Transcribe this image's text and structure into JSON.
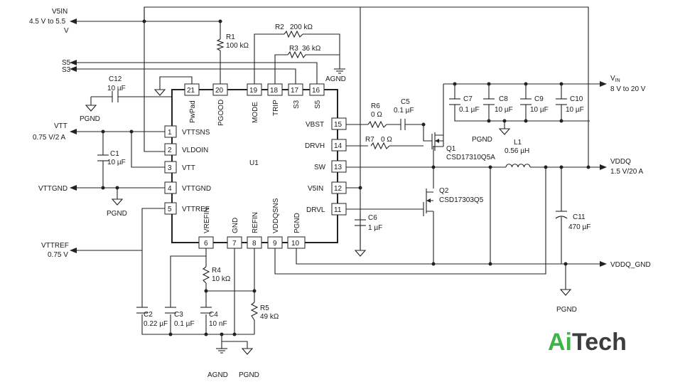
{
  "ic": {
    "ref": "U1",
    "pins_left": [
      {
        "num": "1",
        "name": "VTTSNS"
      },
      {
        "num": "2",
        "name": "VLDOIN"
      },
      {
        "num": "3",
        "name": "VTT"
      },
      {
        "num": "4",
        "name": "VTTGND"
      },
      {
        "num": "5",
        "name": "VTTREF"
      }
    ],
    "pins_right": [
      {
        "num": "15",
        "name": "VBST"
      },
      {
        "num": "14",
        "name": "DRVH"
      },
      {
        "num": "13",
        "name": "SW"
      },
      {
        "num": "12",
        "name": "V5IN"
      },
      {
        "num": "11",
        "name": "DRVL"
      }
    ],
    "pins_top": [
      {
        "num": "21",
        "name": "PwPad"
      },
      {
        "num": "20",
        "name": "PGOOD"
      },
      {
        "num": "19",
        "name": "MODE"
      },
      {
        "num": "18",
        "name": "TRIP"
      },
      {
        "num": "17",
        "name": "S3"
      },
      {
        "num": "16",
        "name": "S5"
      }
    ],
    "pins_bottom": [
      {
        "num": "6",
        "name": "VREFIN"
      },
      {
        "num": "7",
        "name": "GND"
      },
      {
        "num": "8",
        "name": "REFIN"
      },
      {
        "num": "9",
        "name": "VDDQSNS"
      },
      {
        "num": "10",
        "name": "PGND"
      }
    ]
  },
  "nets": {
    "v5in": "V5IN",
    "v5in_range_1": "4.5 V to 5.5",
    "v5in_range_2": "V",
    "s5": "S5",
    "s3": "S3",
    "vtt": "VTT",
    "vtt_spec": "0.75 V/2 A",
    "vttgnd": "VTTGND",
    "vttref": "VTTREF",
    "vttref_spec": "0.75 V",
    "vin": "V",
    "vin_sub": "IN",
    "vin_range": "8 V to 20 V",
    "vddq": "VDDQ",
    "vddq_spec": "1.5 V/20 A",
    "vddq_gnd": "VDDQ_GND",
    "pgnd": "PGND",
    "agnd": "AGND"
  },
  "components": {
    "r1": {
      "ref": "R1",
      "value": "100 kΩ"
    },
    "r2": {
      "ref": "R2",
      "value": "200 kΩ"
    },
    "r3": {
      "ref": "R3",
      "value": "36 kΩ"
    },
    "r4": {
      "ref": "R4",
      "value": "10 kΩ"
    },
    "r5": {
      "ref": "R5",
      "value": "49 kΩ"
    },
    "r6": {
      "ref": "R6",
      "value": "0 Ω"
    },
    "r7": {
      "ref": "R7",
      "value": "0 Ω"
    },
    "c1": {
      "ref": "C1",
      "value": "10 µF"
    },
    "c2": {
      "ref": "C2",
      "value": "0.22 µF"
    },
    "c3": {
      "ref": "C3",
      "value": "0.1 µF"
    },
    "c4": {
      "ref": "C4",
      "value": "10 nF"
    },
    "c5": {
      "ref": "C5",
      "value": "0.1 µF"
    },
    "c6": {
      "ref": "C6",
      "value": "1 µF"
    },
    "c7": {
      "ref": "C7",
      "value": "0.1 µF"
    },
    "c8": {
      "ref": "C8",
      "value": "10 µF"
    },
    "c9": {
      "ref": "C9",
      "value": "10 µF"
    },
    "c10": {
      "ref": "C10",
      "value": "10 µF"
    },
    "c11": {
      "ref": "C11",
      "value": "470 µF"
    },
    "c12": {
      "ref": "C12",
      "value": "10 µF"
    },
    "l1": {
      "ref": "L1",
      "value": "0.56 µH"
    },
    "q1": {
      "ref": "Q1",
      "part": "CSD17310Q5A"
    },
    "q2": {
      "ref": "Q2",
      "part": "CSD17303Q5"
    }
  },
  "brand": {
    "part1": "Ai",
    "part2": "Tech",
    "color1": "#3cb44a",
    "color2": "#3d3d3d"
  }
}
